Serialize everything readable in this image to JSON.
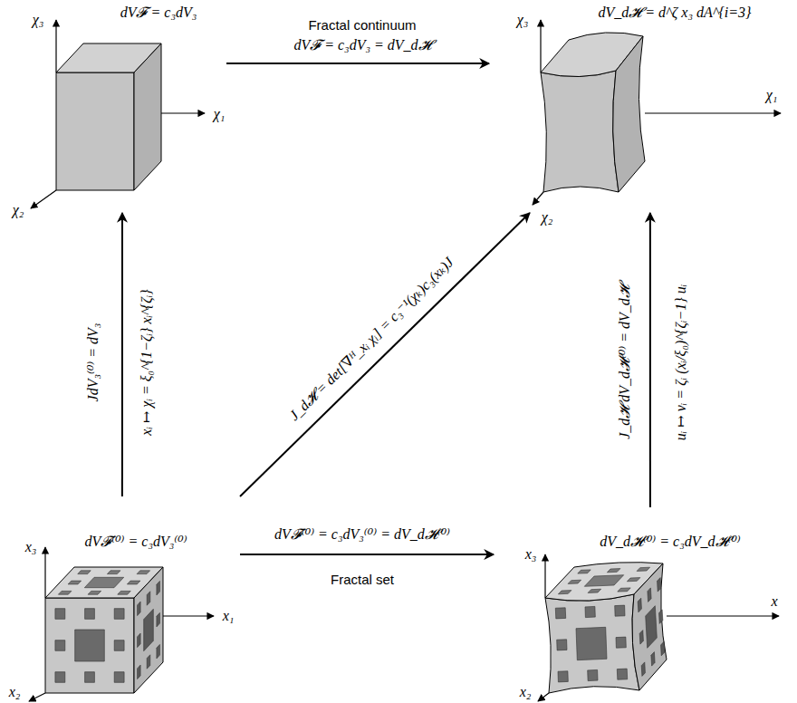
{
  "diagram": {
    "nodes": [
      {
        "text": [
          "dV𝓕 = c₃dV₃"
        ]
      },
      {
        "text": [
          "dV_d𝓗 = d^ζ x₃ dA^{i=3}"
        ]
      },
      {
        "text": [
          "dV𝓕⁽⁰⁾ = c₃dV₃⁽⁰⁾"
        ]
      },
      {
        "text": [
          "dV_d𝓗⁽⁰⁾ = c₃dV_d𝓗⁽⁰⁾"
        ]
      }
    ],
    "edges": [
      {
        "from": 0,
        "to": 1,
        "arrow": "to",
        "label": "dV𝓕 = c₃dV₃ = dV_d𝓗"
      },
      {
        "from": 2,
        "to": 0,
        "arrow": "to",
        "label": "JdV₃⁽⁰⁾ = dV₃"
      },
      {
        "from": 2,
        "to": 1,
        "arrow": "to",
        "label": "J_d𝓗 = det[∇ᴴ_xᵢ χᵢ] = c₃⁻¹(χₖ)c₃(xₖ)J"
      },
      {
        "from": 3,
        "to": 1,
        "arrow": "to",
        "label": "J_d𝓗 dV_d𝓗⁽⁰⁾ = dV_d𝓗"
      },
      {
        "from": 2,
        "to": 3,
        "arrow": "to",
        "label": "dV𝓕⁽⁰⁾ = c₃dV₃⁽⁰⁾ = dV_d𝓗⁽⁰⁾"
      }
    ],
    "labels": [
      "Fractal continuum",
      "Fractal set",
      "χ₃",
      "χ₁",
      "χ₂",
      "χ₃",
      "χ₁",
      "χ₂",
      "x₃",
      "x₁",
      "x₂",
      "x₃",
      "x",
      "x₂",
      "xᵢ ↦ χᵢ = ξ₀^{1−ζᵢ} xᵢ^{ζᵢ}",
      "uᵢ ↦ vᵢ = ζᵢ (xᵢ/ξ₀)^{ζᵢ−1} uᵢ"
    ]
  }
}
